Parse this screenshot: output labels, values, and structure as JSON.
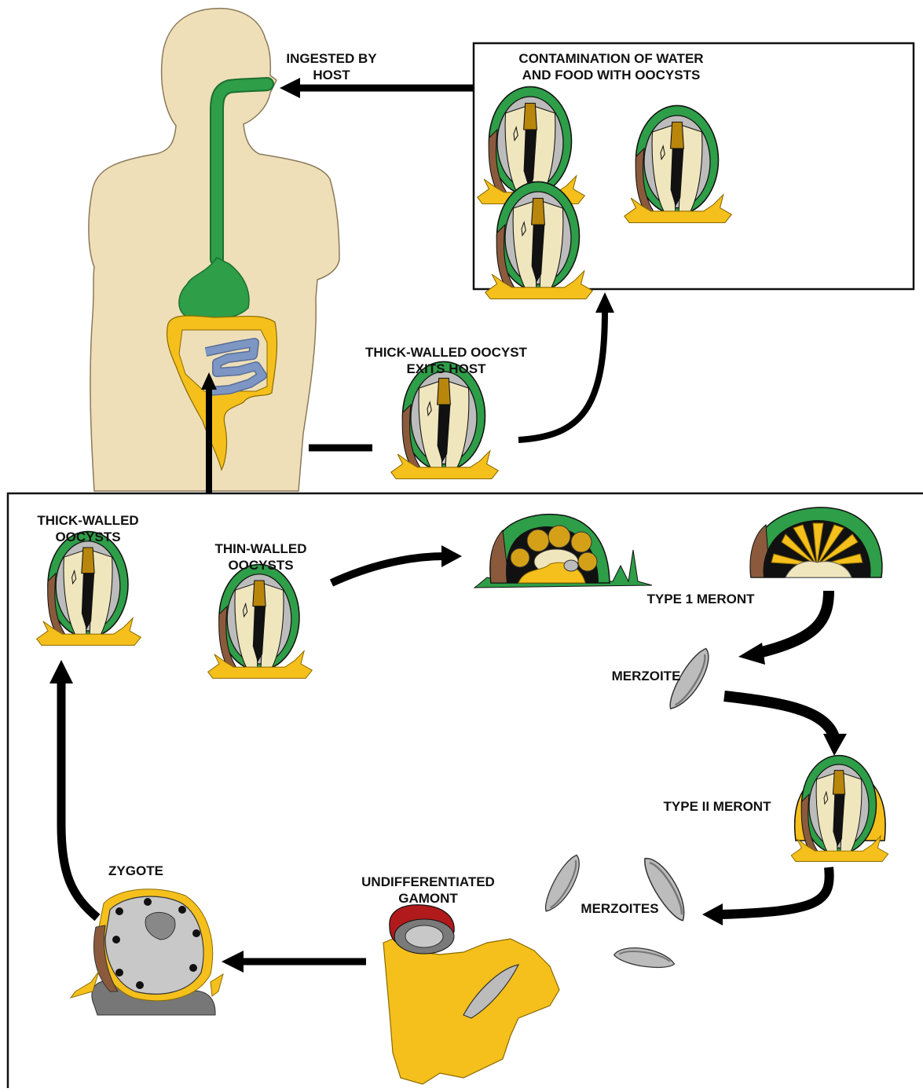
{
  "colors": {
    "skin": "#eedfb8",
    "skin_outline": "#8a7a5a",
    "gut_green": "#2e9e48",
    "intestine_yellow": "#f5c01c",
    "intestine_blue": "#7d96c4",
    "oocyst_green": "#2e9e48",
    "oocyst_brown": "#8b5a3c",
    "oocyst_grey": "#bcbcbc",
    "oocyst_cream": "#f0e6bd",
    "oocyst_gold": "#b8860b",
    "host_cell_yellow": "#f5c01c",
    "zygote_grey": "#c8c8c8",
    "gamont_red": "#b01a1a",
    "arrow": "#000000"
  },
  "labels": {
    "ingested": "INGESTED BY\nHOST",
    "contamination": "CONTAMINATION OF WATER\nAND FOOD WITH OOCYSTS",
    "thick_exits": "THICK-WALLED OOCYST\nEXITS HOST",
    "thick_walled": "THICK-WALLED\nOOCYSTS",
    "thin_walled": "THIN-WALLED\nOOCYSTS",
    "type1": "TYPE 1 MERONT",
    "merzoite": "MERZOITE",
    "type2": "TYPE II MERONT",
    "merzoites": "MERZOITES",
    "zygote": "ZYGOTE",
    "gamont": "UNDIFFERENTIATED\nGAMONT"
  }
}
